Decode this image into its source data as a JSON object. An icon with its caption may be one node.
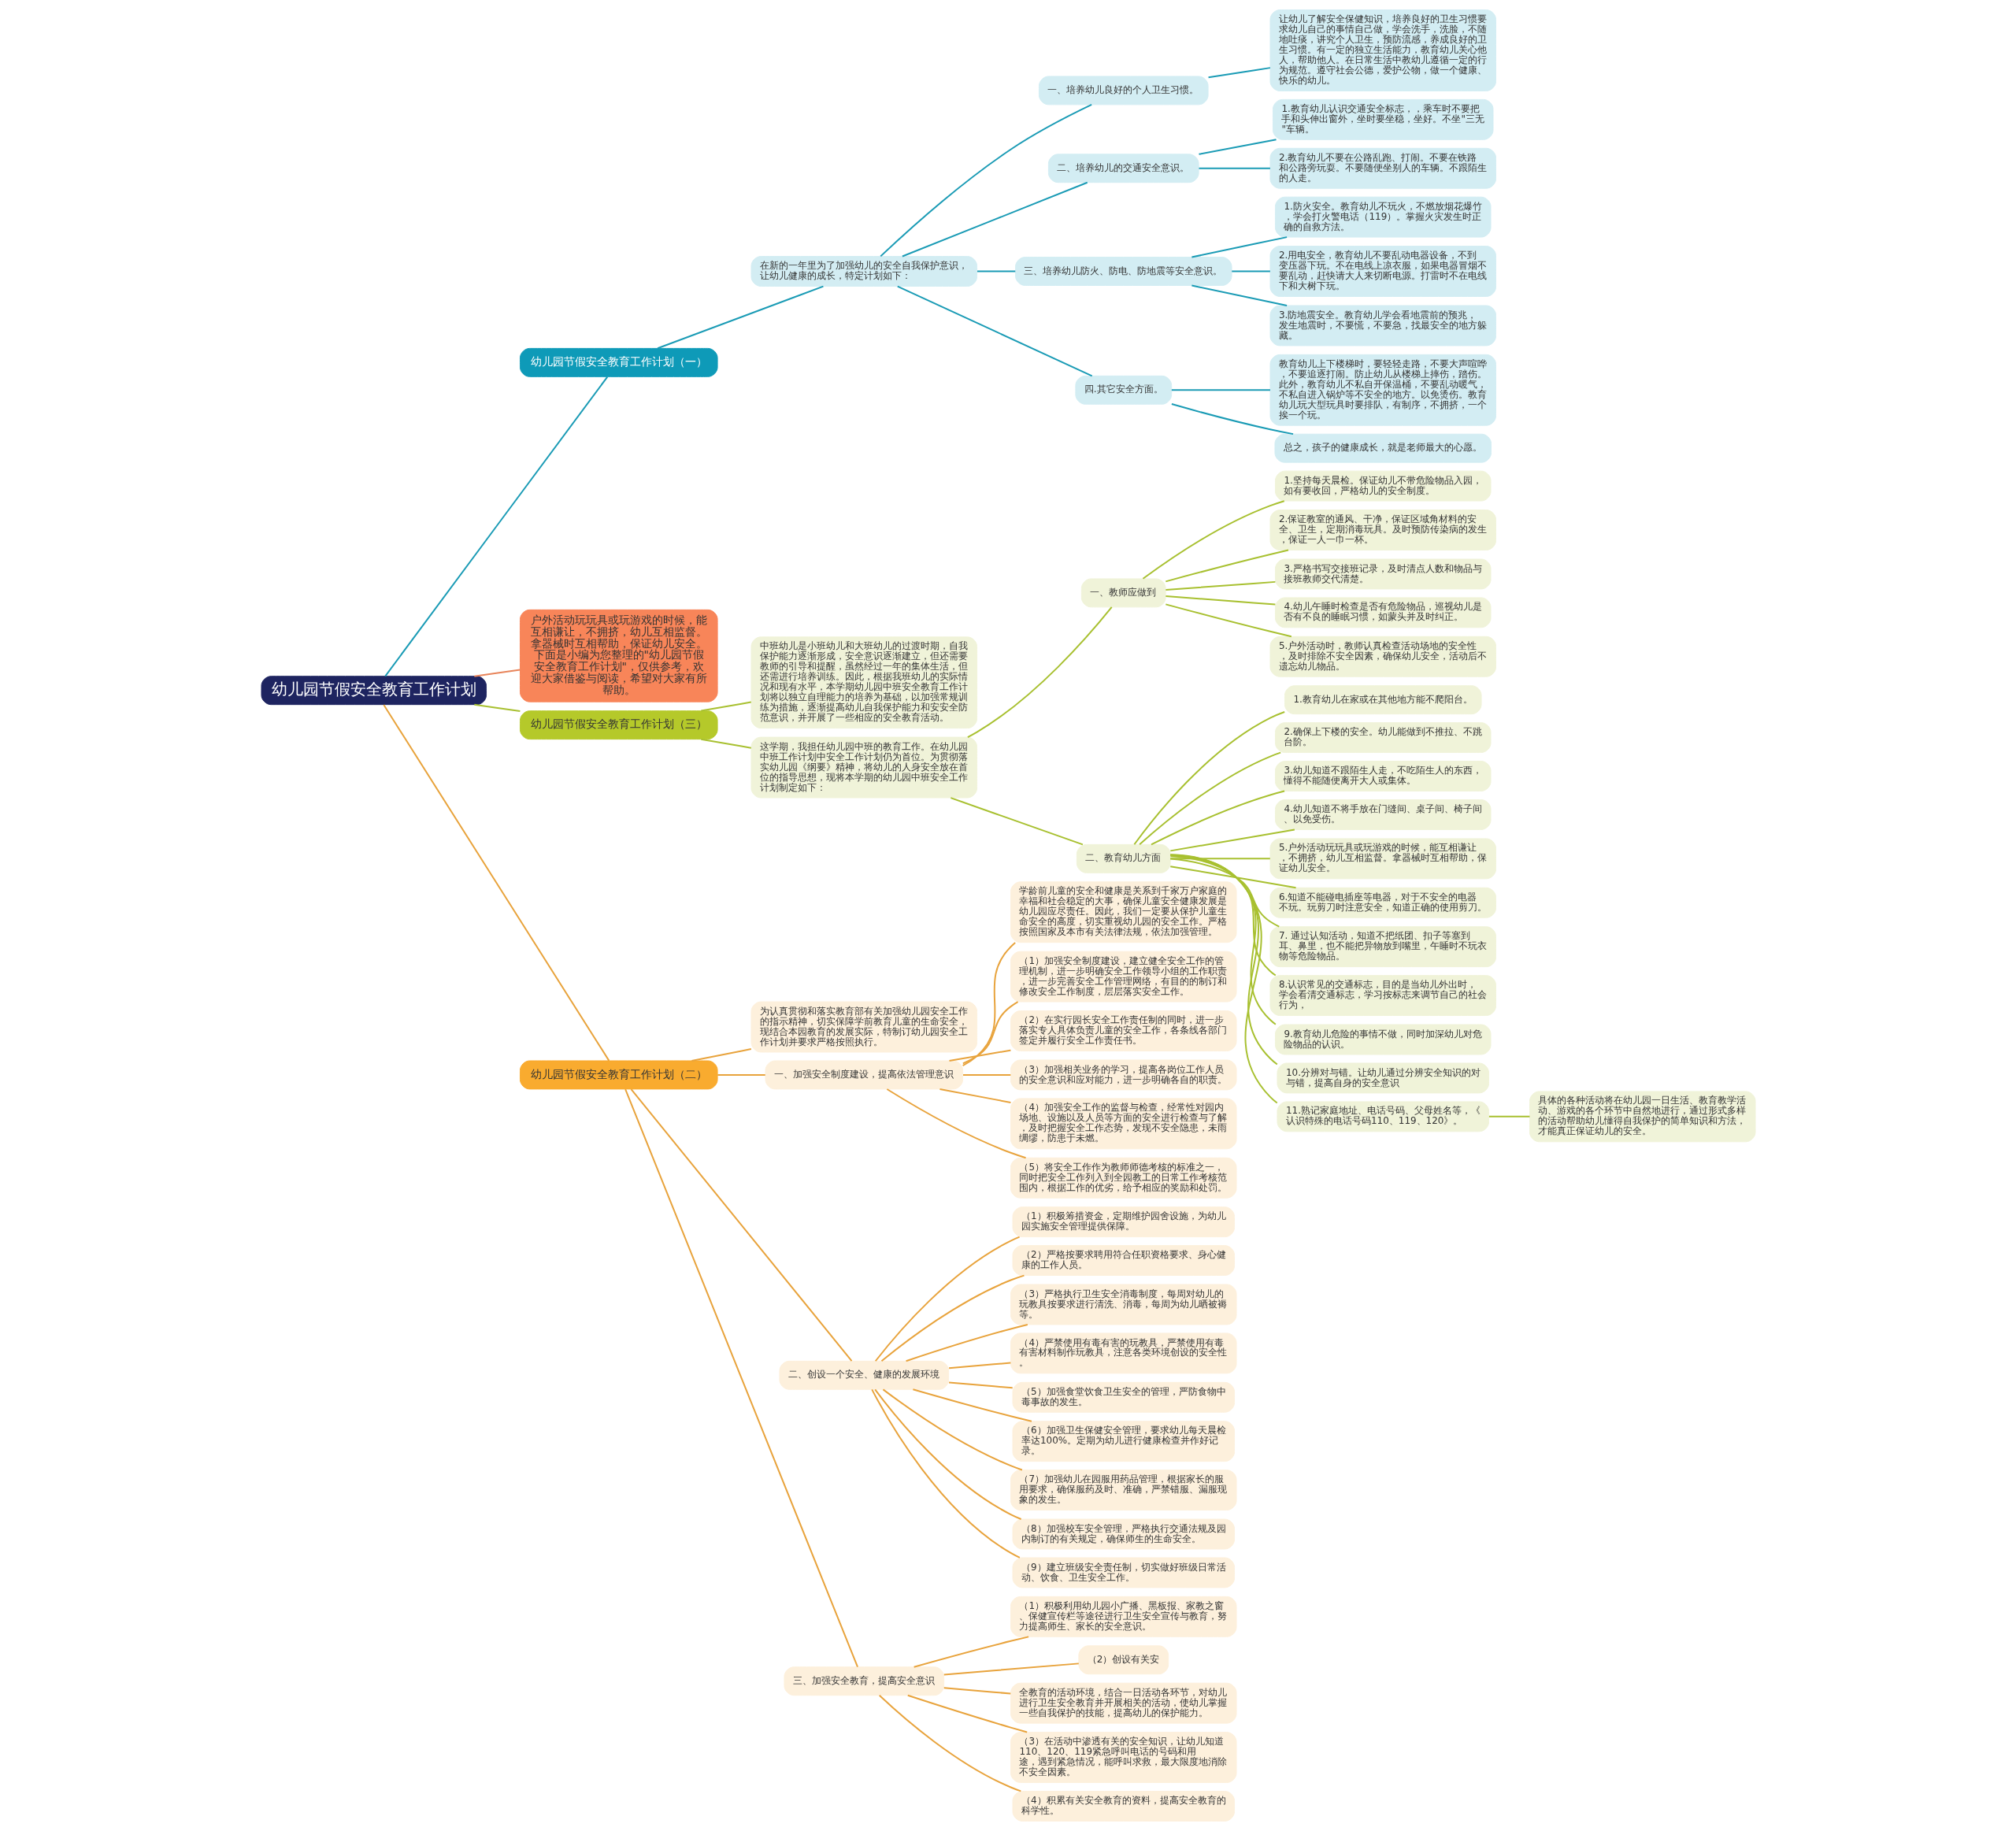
{
  "diagram": {
    "nodes": [
      {
        "text": [
          "幼儿园节假安全教育工作计划"
        ]
      },
      {
        "text": [
          "幼儿园节假安全教育工作计划（一）"
        ]
      },
      {
        "text": [
          "在新的一年里为了加强幼儿的安全自我保护意识，让幼儿健康的成长，特定计划如下："
        ]
      },
      {
        "text": [
          "一、培养幼儿良好的个人卫生习惯。"
        ]
      },
      {
        "text": [
          "让幼儿了解安全保健知识，培养良好的卫生习惯要求幼儿自己的事情自己做，学会洗手，洗脸，不随地吐痰，讲究个人卫生，预防流感，养成良好的卫生习惯。有一定的独立生活能力，教育幼儿关心他人，帮助他人。在日常生活中教幼儿遵循一定的行为规范。遵守社会公德，爱护公物，做一个健康、快乐的幼儿。"
        ]
      },
      {
        "text": [
          "二、培养幼儿的交通安全意识。"
        ]
      },
      {
        "text": [
          "1.教育幼儿认识交通安全标志，，乘车时不要把手和头伸出窗外，坐时要坐稳，坐好。不坐\"三无\"车辆。"
        ]
      },
      {
        "text": [
          "2.教育幼儿不要在公路乱跑、打闹。不要在铁路和公路旁玩耍。不要随便坐别人的车辆。不跟陌生的人走。"
        ]
      },
      {
        "text": [
          "三、培养幼儿防火、防电、防地震等安全意识。"
        ]
      },
      {
        "text": [
          "1.防火安全。教育幼儿不玩火，不燃放烟花爆竹，学会打火警电话（119）。掌握火灾发生时正确的自救方法。"
        ]
      },
      {
        "text": [
          "2.用电安全，教育幼儿不要乱动电器设备，不到变压器下玩。不在电线上凉衣服，如果电器冒烟不要乱动，赶快请大人来切断电源。打雷时不在电线下和大树下玩。"
        ]
      },
      {
        "text": [
          "3.防地震安全。教育幼儿学会看地震前的预兆，发生地震时，不要慌，不要急，找最安全的地方躲藏。"
        ]
      },
      {
        "text": [
          "四.其它安全方面。"
        ]
      },
      {
        "text": [
          "教育幼儿上下楼梯时，要轻轻走路，不要大声喧哗，不要追逐打闹。防止幼儿从楼梯上摔伤，踏伤。此外，教育幼儿不私自开保温桶，不要乱动暖气，不私自进入锅炉等不安全的地方。以免烫伤。教育幼儿玩大型玩具时要排队，有制序，不拥挤，一个挨一个玩。"
        ]
      },
      {
        "text": [
          "总之，孩子的健康成长，就是老师最大的心愿。"
        ]
      },
      {
        "text": [
          "户外活动玩玩具或玩游戏的时候，能互相谦让，不拥挤，幼儿互相监督。拿器械时互相帮助，保证幼儿安全。下面是小编为您整理的\"幼儿园节假安全教育工作计划\"，仅供参考，欢迎大家借鉴与阅读，希望对大家有所帮助。"
        ]
      },
      {
        "text": [
          "幼儿园节假安全教育工作计划（三）"
        ]
      },
      {
        "text": [
          "中班幼儿是小班幼儿和大班幼儿的过渡时期，自我保护能力逐渐形成，安全意识逐渐建立，但还需要教师的引导和提醒，虽然经过一年的集体生活，但还需进行培养训练。因此，根据我班幼儿的实际情况和现有水平，本学期幼儿园中班安全教育工作计划将以独立自理能力的培养为基础，以加强常规训练为措施，逐渐提高幼儿自我保护能力和安安全防范意识，并开展了一些相应的安全教育活动。"
        ]
      },
      {
        "text": [
          "这学期，我担任幼儿园中班的教育工作。在幼儿园中班工作计划中安全工作计划仍为首位。为贯彻落实幼儿园《纲要》精神，将幼儿的人身安全放在首位的指导思想，现将本学期的幼儿园中班安全工作计划制定如下："
        ]
      },
      {
        "text": [
          "一、教师应做到"
        ]
      },
      {
        "text": [
          "1.坚持每天晨检。保证幼儿不带危险物品入园，如有要收回，严格幼儿的安全制度。"
        ]
      },
      {
        "text": [
          "2.保证教室的通风、干净，保证区域角材料的安全、卫生，定期消毒玩具。及时预防传染病的发生，保证一人一巾一杯。"
        ]
      },
      {
        "text": [
          "3.严格书写交接班记录，及时清点人数和物品与接班教师交代清楚。"
        ]
      },
      {
        "text": [
          "4.幼儿午睡时检查是否有危险物品，巡视幼儿是否有不良的睡眠习惯，如蒙头并及时纠正。"
        ]
      },
      {
        "text": [
          "5.户外活动时，教师认真检查活动场地的安全性，及时排除不安全因素，确保幼儿安全，活动后不遗忘幼儿物品。"
        ]
      },
      {
        "text": [
          "二、教育幼儿方面"
        ]
      },
      {
        "text": [
          "1.教育幼儿在家或在其他地方能不爬阳台。"
        ]
      },
      {
        "text": [
          "2.确保上下楼的安全。幼儿能做到不推拉、不跳台阶。"
        ]
      },
      {
        "text": [
          "3.幼儿知道不跟陌生人走，不吃陌生人的东西，懂得不能随便离开大人或集体。"
        ]
      },
      {
        "text": [
          "4.幼儿知道不将手放在门缝间、桌子间、椅子间、以免受伤。"
        ]
      },
      {
        "text": [
          "5.户外活动玩玩具或玩游戏的时候，能互相谦让，不拥挤，幼儿互相监督。拿器械时互相帮助，保证幼儿安全。"
        ]
      },
      {
        "text": [
          "6.知道不能碰电插座等电器，对于不安全的电器不玩。玩剪刀时注意安全，知道正确的使用剪刀。"
        ]
      },
      {
        "text": [
          "7. 通过认知活动，知道不把纸团、扣子等塞到耳、鼻里，也不能把异物放到嘴里，午睡时不玩衣物等危险物品。"
        ]
      },
      {
        "text": [
          "8.认识常见的交通标志，目的是当幼儿外出时，学会看清交通标志，学习按标志来调节自己的社会行为，"
        ]
      },
      {
        "text": [
          "9.教育幼儿危险的事情不做，同时加深幼儿对危险物品的认识。"
        ]
      },
      {
        "text": [
          "10.分辨对与错。让幼儿通过分辨安全知识的对与错，提高自身的安全意识"
        ]
      },
      {
        "text": [
          "11.熟记家庭地址、电话号码、父母姓名等，《认识特殊的电话号码110、119、120》。"
        ]
      },
      {
        "text": [
          "具体的各种活动将在幼儿园一日生活、教育教学活动、游戏的各个环节中自然地进行，通过形式多样的活动帮助幼儿懂得自我保护的简单知识和方法，才能真正保证幼儿的安全。"
        ]
      },
      {
        "text": [
          "幼儿园节假安全教育工作计划（二）"
        ]
      },
      {
        "text": [
          "为认真贯彻和落实教育部有关加强幼儿园安全工作的指示精神，切实保障学前教育儿童的生命安全，现结合本园教育的发展实际，特制订幼儿园安全工作计划并要求严格按照执行。"
        ]
      },
      {
        "text": [
          "一、加强安全制度建设，提高依法管理意识"
        ]
      },
      {
        "text": [
          "学龄前儿童的安全和健康是关系到千家万户家庭的幸福和社会稳定的大事，确保儿童安全健康发展是幼儿园应尽责任。因此，我们一定要从保护儿童生命安全的高度，切实重视幼儿园的安全工作。严格按照国家及本市有关法律法规，依法加强管理。"
        ]
      },
      {
        "text": [
          "（1）加强安全制度建设，建立健全安全工作的管理机制，进一步明确安全工作领导小组的工作职责，进一步完善安全工作管理网络，有目的的制订和修改安全工作制度，层层落实安全工作。"
        ]
      },
      {
        "text": [
          "（2）在实行园长安全工作责任制的同时，进一步落实专人具体负责儿童的安全工作，各条线各部门签定并履行安全工作责任书。"
        ]
      },
      {
        "text": [
          "（3）加强相关业务的学习，提高各岗位工作人员的安全意识和应对能力，进一步明确各自的职责。"
        ]
      },
      {
        "text": [
          "（4）加强安全工作的监督与检查，经常性对园内场地、设施以及人员等方面的安全进行检查与了解，及时把握安全工作态势，发现不安全隐患，未雨绸缪，防患于未燃。"
        ]
      },
      {
        "text": [
          "（5）将安全工作作为教师师德考核的标准之一，同时把安全工作列入到全园教工的日常工作考核范围内，根据工作的优劣，给予相应的奖励和处罚。"
        ]
      },
      {
        "text": [
          "二、创设一个安全、健康的发展环境"
        ]
      },
      {
        "text": [
          "（1）积极筹措资金，定期维护园舍设施，为幼儿园实施安全管理提供保障。"
        ]
      },
      {
        "text": [
          "（2）严格按要求聘用符合任职资格要求、身心健康的工作人员。"
        ]
      },
      {
        "text": [
          "（3）严格执行卫生安全消毒制度，每周对幼儿的玩教具按要求进行清洗、消毒，每周为幼儿晒被褥等。"
        ]
      },
      {
        "text": [
          "（4）严禁使用有毒有害的玩教具，严禁使用有毒有害材料制作玩教具，注意各类环境创设的安全性。"
        ]
      },
      {
        "text": [
          "（5）加强食堂饮食卫生安全的管理，严防食物中毒事故的发生。"
        ]
      },
      {
        "text": [
          "（6）加强卫生保健安全管理，要求幼儿每天晨检率达100%。定期为幼儿进行健康检查并作好记录。"
        ]
      },
      {
        "text": [
          "（7）加强幼儿在园服用药品管理，根据家长的服用要求，确保服药及时、准确，严禁错服、漏服现象的发生。"
        ]
      },
      {
        "text": [
          "（8）加强校车安全管理，严格执行交通法规及园内制订的有关规定，确保师生的生命安全。"
        ]
      },
      {
        "text": [
          "（9）建立班级安全责任制，切实做好班级日常活动、饮食、卫生安全工作。"
        ]
      },
      {
        "text": [
          "三、加强安全教育，提高安全意识"
        ]
      },
      {
        "text": [
          "（1）积极利用幼儿园小广播、黑板报、家教之窗、保健宣传栏等途径进行卫生安全宣传与教育，努力提高师生、家长的安全意识。"
        ]
      },
      {
        "text": [
          "（2）创设有关安"
        ]
      },
      {
        "text": [
          "全教育的活动环境，结合一日活动各环节，对幼儿进行卫生安全教育并开展相关的活动，使幼儿掌握一些自我保护的技能，提高幼儿的保护能力。"
        ]
      },
      {
        "text": [
          "（3）在活动中渗透有关的安全知识，让幼儿知道110、120、119紧急呼叫电话的号码和用途，遇到紧急情况，能呼叫求救，最大限度地消除不安全因素。"
        ]
      },
      {
        "text": [
          "（4）积累有关安全教育的资料，提高安全教育的科学性。"
        ]
      }
    ],
    "edges": [
      {
        "from": 0,
        "to": 1,
        "arrow": "none",
        "color": "#1a9bb5"
      },
      {
        "from": 1,
        "to": 2,
        "arrow": "none",
        "color": "#1a9bb5"
      },
      {
        "from": 2,
        "to": 3,
        "arrow": "none",
        "color": "#1a9bb5"
      },
      {
        "from": 3,
        "to": 4,
        "arrow": "none",
        "color": "#1a9bb5"
      },
      {
        "from": 2,
        "to": 5,
        "arrow": "none",
        "color": "#1a9bb5"
      },
      {
        "from": 5,
        "to": 6,
        "arrow": "none",
        "color": "#1a9bb5"
      },
      {
        "from": 5,
        "to": 7,
        "arrow": "none",
        "color": "#1a9bb5"
      },
      {
        "from": 2,
        "to": 8,
        "arrow": "none",
        "color": "#1a9bb5"
      },
      {
        "from": 8,
        "to": 9,
        "arrow": "none",
        "color": "#1a9bb5"
      },
      {
        "from": 8,
        "to": 10,
        "arrow": "none",
        "color": "#1a9bb5"
      },
      {
        "from": 8,
        "to": 11,
        "arrow": "none",
        "color": "#1a9bb5"
      },
      {
        "from": 2,
        "to": 12,
        "arrow": "none",
        "color": "#1a9bb5"
      },
      {
        "from": 12,
        "to": 13,
        "arrow": "none",
        "color": "#1a9bb5"
      },
      {
        "from": 12,
        "to": 14,
        "arrow": "none",
        "color": "#1a9bb5"
      },
      {
        "from": 0,
        "to": 15,
        "arrow": "none",
        "color": "#e8845a"
      },
      {
        "from": 0,
        "to": 16,
        "arrow": "none",
        "color": "#a8c030"
      },
      {
        "from": 16,
        "to": 17,
        "arrow": "none",
        "color": "#a8c030"
      },
      {
        "from": 16,
        "to": 18,
        "arrow": "none",
        "color": "#a8c030"
      },
      {
        "from": 18,
        "to": 19,
        "arrow": "none",
        "color": "#a8c030"
      },
      {
        "from": 19,
        "to": 20,
        "arrow": "none",
        "color": "#a8c030"
      },
      {
        "from": 19,
        "to": 21,
        "arrow": "none",
        "color": "#a8c030"
      },
      {
        "from": 19,
        "to": 22,
        "arrow": "none",
        "color": "#a8c030"
      },
      {
        "from": 19,
        "to": 23,
        "arrow": "none",
        "color": "#a8c030"
      },
      {
        "from": 19,
        "to": 24,
        "arrow": "none",
        "color": "#a8c030"
      },
      {
        "from": 18,
        "to": 25,
        "arrow": "none",
        "color": "#a8c030"
      },
      {
        "from": 25,
        "to": 26,
        "arrow": "none",
        "color": "#a8c030"
      },
      {
        "from": 25,
        "to": 27,
        "arrow": "none",
        "color": "#a8c030"
      },
      {
        "from": 25,
        "to": 28,
        "arrow": "none",
        "color": "#a8c030"
      },
      {
        "from": 25,
        "to": 29,
        "arrow": "none",
        "color": "#a8c030"
      },
      {
        "from": 25,
        "to": 30,
        "arrow": "none",
        "color": "#a8c030"
      },
      {
        "from": 25,
        "to": 31,
        "arrow": "none",
        "color": "#a8c030"
      },
      {
        "from": 25,
        "to": 32,
        "arrow": "none",
        "color": "#a8c030"
      },
      {
        "from": 25,
        "to": 33,
        "arrow": "none",
        "color": "#a8c030"
      },
      {
        "from": 25,
        "to": 34,
        "arrow": "none",
        "color": "#a8c030"
      },
      {
        "from": 25,
        "to": 35,
        "arrow": "none",
        "color": "#a8c030"
      },
      {
        "from": 25,
        "to": 36,
        "arrow": "none",
        "color": "#a8c030"
      },
      {
        "from": 36,
        "to": 37,
        "arrow": "none",
        "color": "#a8c030"
      },
      {
        "from": 0,
        "to": 38,
        "arrow": "none"
      },
      {
        "from": 38,
        "to": 39,
        "arrow": "none"
      },
      {
        "from": 38,
        "to": 40,
        "arrow": "none"
      },
      {
        "from": 40,
        "to": 41,
        "arrow": "none"
      },
      {
        "from": 40,
        "to": 42,
        "arrow": "none"
      },
      {
        "from": 40,
        "to": 43,
        "arrow": "none"
      },
      {
        "from": 40,
        "to": 44,
        "arrow": "none"
      },
      {
        "from": 40,
        "to": 45,
        "arrow": "none"
      },
      {
        "from": 40,
        "to": 46,
        "arrow": "none"
      },
      {
        "from": 38,
        "to": 47,
        "arrow": "none"
      },
      {
        "from": 47,
        "to": 48,
        "arrow": "none"
      },
      {
        "from": 47,
        "to": 49,
        "arrow": "none"
      },
      {
        "from": 47,
        "to": 50,
        "arrow": "none"
      },
      {
        "from": 47,
        "to": 51,
        "arrow": "none"
      },
      {
        "from": 47,
        "to": 52,
        "arrow": "none"
      },
      {
        "from": 47,
        "to": 53,
        "arrow": "none"
      },
      {
        "from": 47,
        "to": 54,
        "arrow": "none"
      },
      {
        "from": 47,
        "to": 55,
        "arrow": "none"
      },
      {
        "from": 47,
        "to": 56,
        "arrow": "none"
      },
      {
        "from": 38,
        "to": 57,
        "arrow": "none"
      },
      {
        "from": 57,
        "to": 58,
        "arrow": "none"
      },
      {
        "from": 57,
        "to": 59,
        "arrow": "none"
      },
      {
        "from": 57,
        "to": 60,
        "arrow": "none"
      },
      {
        "from": 57,
        "to": 61,
        "arrow": "none"
      },
      {
        "from": 57,
        "to": 62,
        "arrow": "none"
      }
    ]
  }
}
